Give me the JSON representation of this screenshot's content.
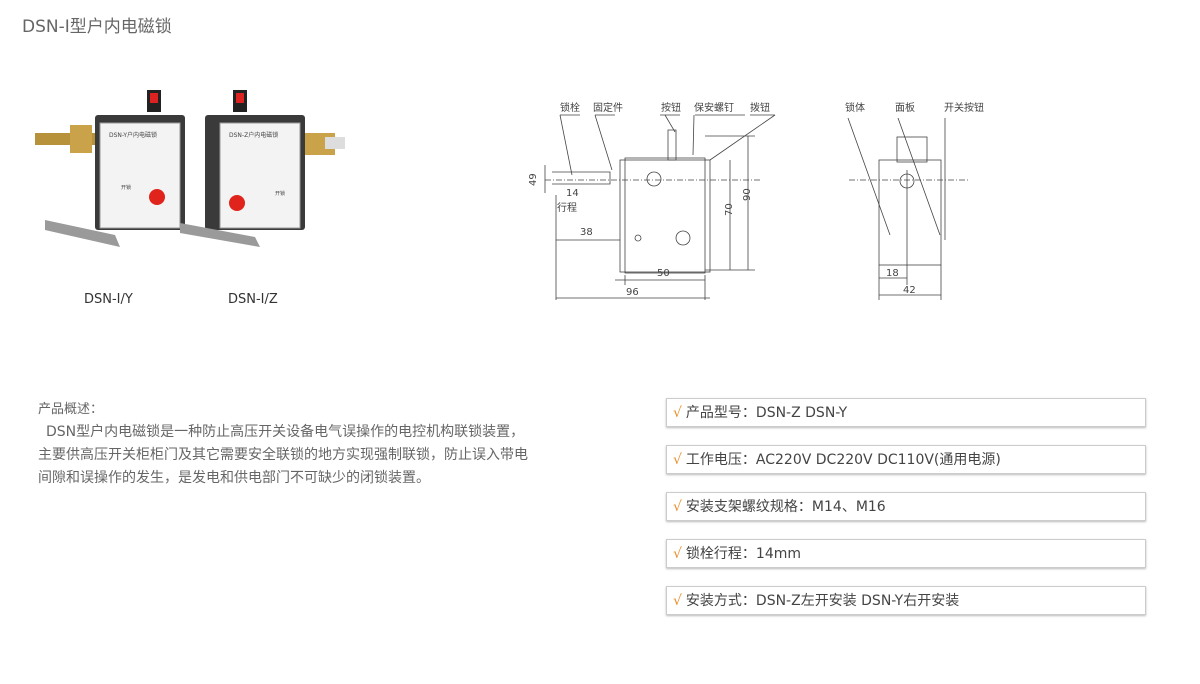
{
  "title": "DSN-Ⅰ型户内电磁锁",
  "products": [
    {
      "model": "DSN-Ⅰ/Y",
      "face_label": "DSN-Y户内电磁锁",
      "indicator": "开锁"
    },
    {
      "model": "DSN-Ⅰ/Z",
      "face_label": "DSN-Z户内电磁锁",
      "indicator": "开锁"
    }
  ],
  "drawing": {
    "front_labels": [
      "锁栓",
      "固定件",
      "按钮",
      "保安螺钉",
      "拨钮"
    ],
    "side_labels": [
      "锁体",
      "面板",
      "开关按钮"
    ],
    "dims": {
      "d49": "49",
      "d14": "14",
      "stroke": "行程",
      "d38": "38",
      "d50": "50",
      "d96": "96",
      "d70": "70",
      "d90": "90",
      "d18": "18",
      "d42": "42"
    }
  },
  "description": {
    "heading": "产品概述：",
    "body": "DSN型户内电磁锁是一种防止高压开关设备电气误操作的电控机构联锁装置，主要供高压开关柜柜门及其它需要安全联锁的地方实现强制联锁，防止误入带电间隙和误操作的发生，是发电和供电部门不可缺少的闭锁装置。"
  },
  "specs": {
    "check": "√",
    "items": [
      "产品型号：DSN-Z DSN-Y",
      "工作电压：AC220V DC220V DC110V(通用电源)",
      "安装支架螺纹规格：M14、M16",
      "锁栓行程：14mm",
      "安装方式：DSN-Z左开安装  DSN-Y右开安装"
    ]
  },
  "colors": {
    "accent": "#e8902a",
    "button_red": "#e0231b"
  }
}
